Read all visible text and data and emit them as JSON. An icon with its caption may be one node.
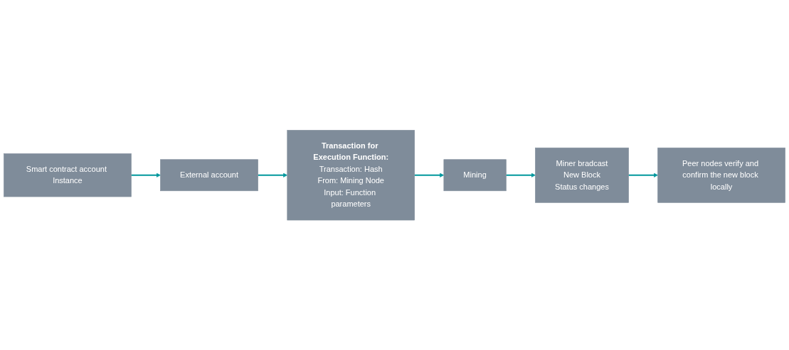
{
  "diagram": {
    "nodes": [
      {
        "text": [
          "Smart contract account Instance"
        ]
      },
      {
        "text": [
          "External account"
        ]
      },
      {
        "text": [
          "Transaction for Execution Function:",
          "Transaction: Hash",
          "From: Mining Node",
          "Input: Function parameters"
        ]
      },
      {
        "text": [
          "Mining"
        ]
      },
      {
        "text": [
          "Miner bradcast",
          "New Block",
          "Status changes"
        ]
      },
      {
        "text": [
          "Peer nodes verify and confirm the new block locally"
        ]
      }
    ],
    "edges": [
      {
        "from": 0,
        "to": 1,
        "arrow": "to"
      },
      {
        "from": 1,
        "to": 2,
        "arrow": "to"
      },
      {
        "from": 2,
        "to": 3,
        "arrow": "to"
      },
      {
        "from": 3,
        "to": 4,
        "arrow": "to"
      },
      {
        "from": 4,
        "to": 5,
        "arrow": "to"
      }
    ]
  }
}
